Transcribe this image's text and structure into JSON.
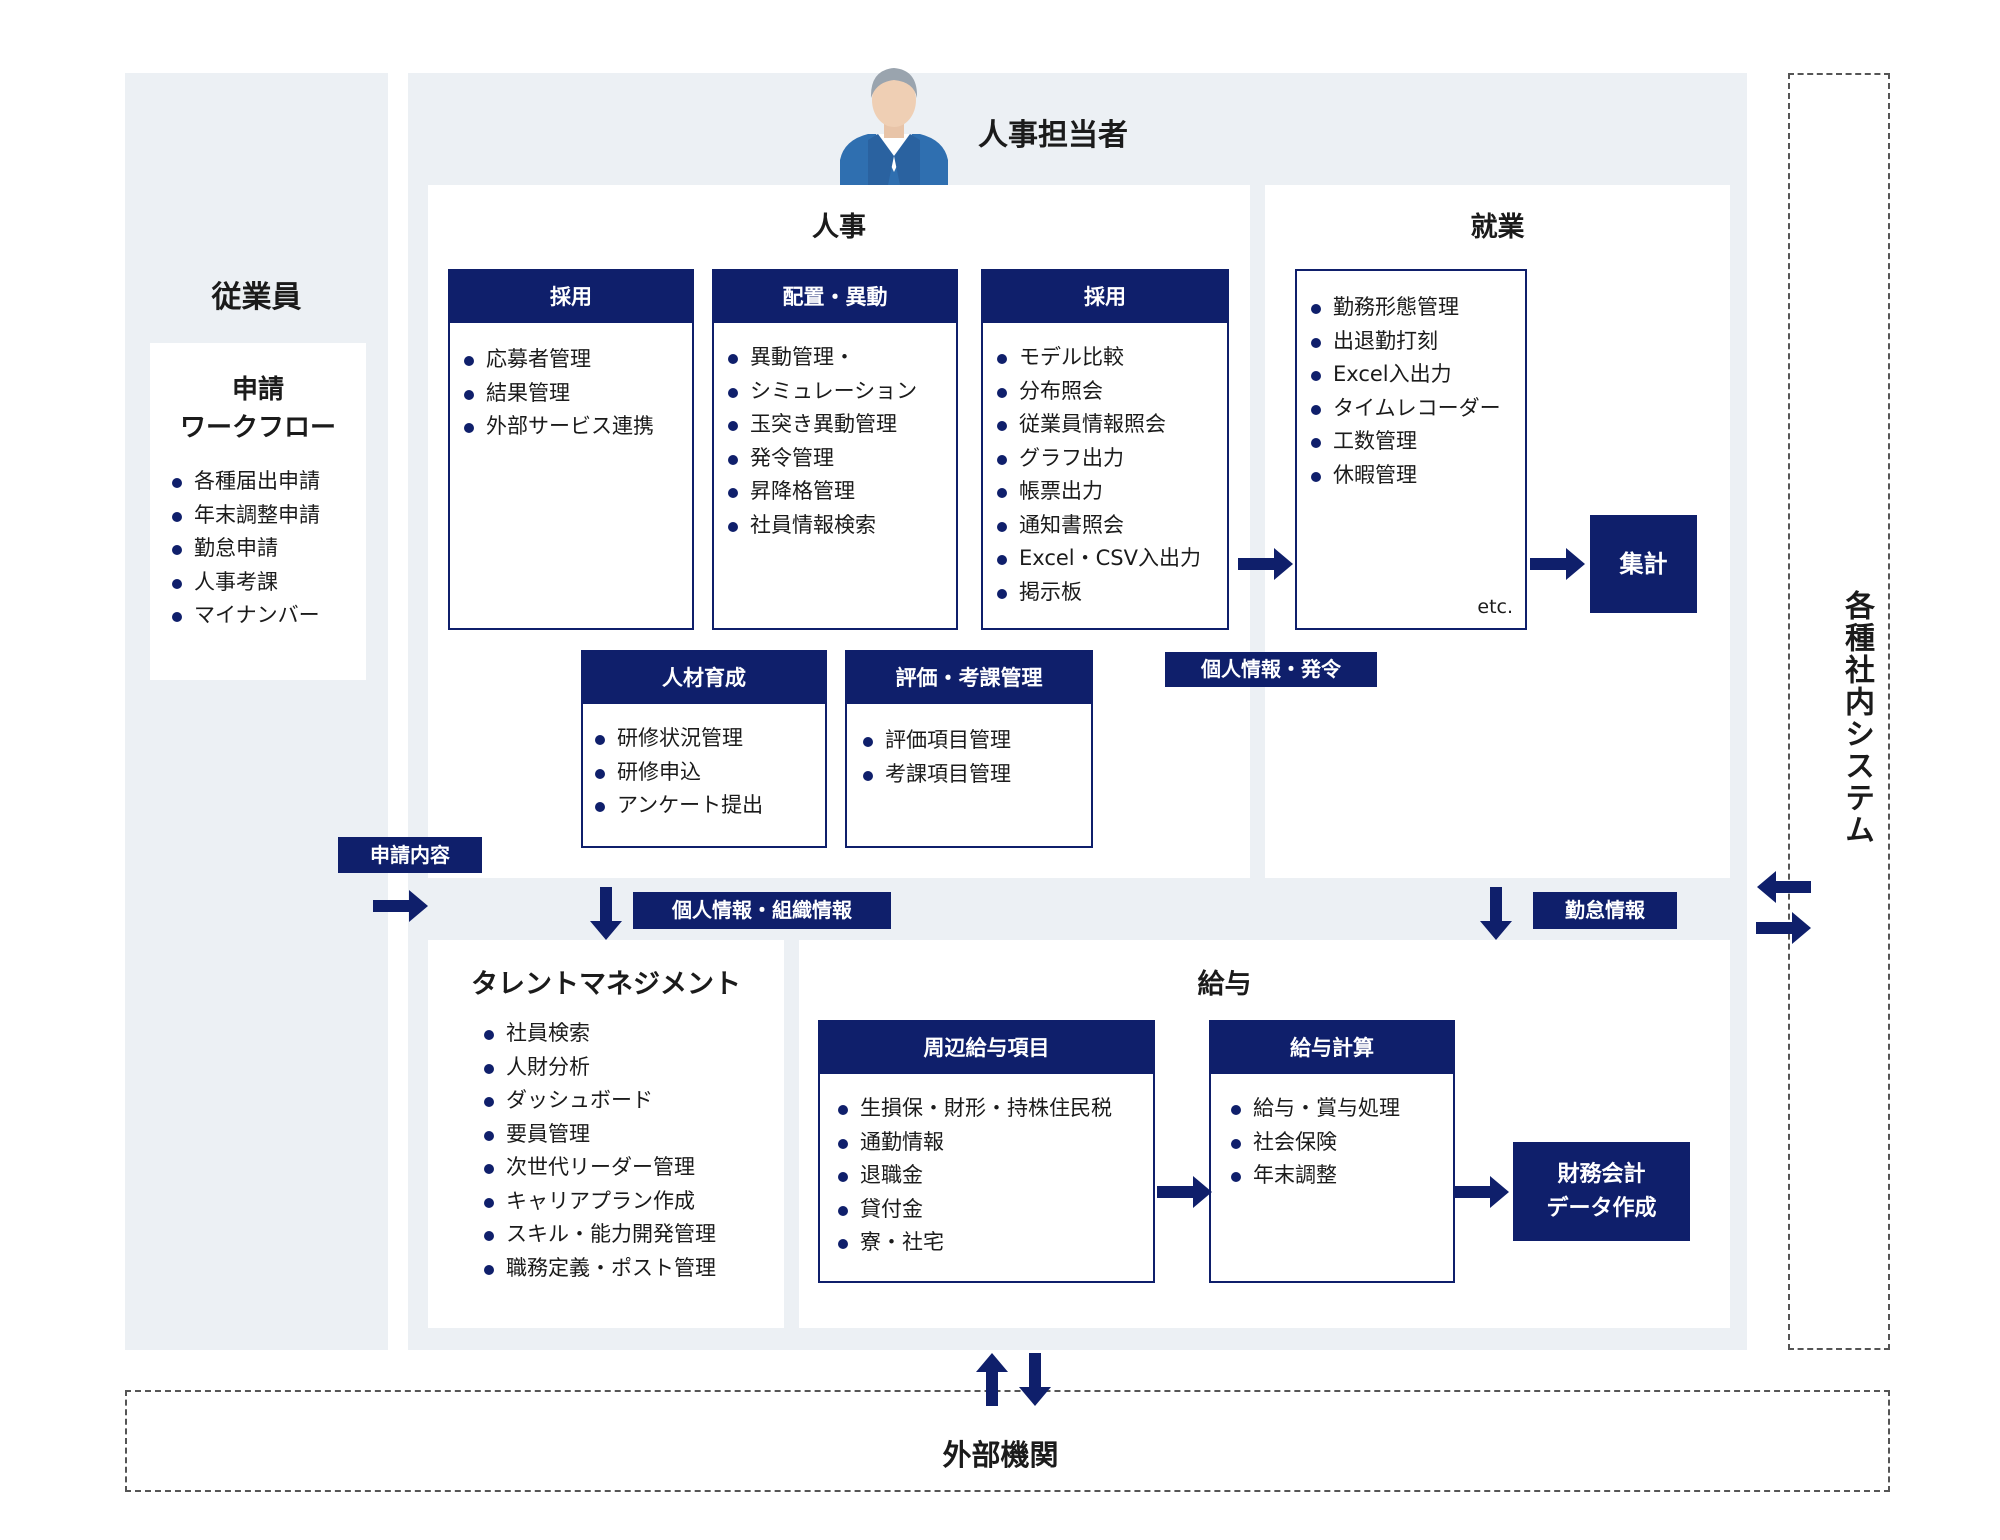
{
  "colors": {
    "navy": "#0f1f6b",
    "panel_gray": "#ecf0f4",
    "suit_blue": "#2f6fb0"
  },
  "employee": {
    "title": "従業員",
    "workflow_title_1": "申請",
    "workflow_title_2": "ワークフロー",
    "items": [
      "各種届出申請",
      "年末調整申請",
      "勤怠申請",
      "人事考課",
      "マイナンバー"
    ]
  },
  "hr_person": {
    "title": "人事担当者",
    "icon": "person-avatar-icon"
  },
  "jinji": {
    "title": "人事",
    "modules": [
      {
        "title": "採用",
        "items": [
          "応募者管理",
          "結果管理",
          "外部サービス連携"
        ]
      },
      {
        "title": "配置・異動",
        "items": [
          "異動管理・",
          "シミュレーション",
          "玉突き異動管理",
          "発令管理",
          "昇降格管理",
          "社員情報検索"
        ]
      },
      {
        "title": "採用",
        "items": [
          "モデル比較",
          "分布照会",
          "従業員情報照会",
          "グラフ出力",
          "帳票出力",
          "通知書照会",
          "Excel・CSV入出力",
          "掲示板"
        ]
      },
      {
        "title": "人材育成",
        "items": [
          "研修状況管理",
          "研修申込",
          "アンケート提出"
        ]
      },
      {
        "title": "評価・考課管理",
        "items": [
          "評価項目管理",
          "考課項目管理"
        ]
      }
    ]
  },
  "shugyo": {
    "title": "就業",
    "items": [
      "勤務形態管理",
      "出退勤打刻",
      "Excel入出力",
      "タイムレコーダー",
      "工数管理",
      "休暇管理"
    ],
    "etc": "etc.",
    "aggregate": "集計"
  },
  "labels": {
    "personal_order": "個人情報・発令",
    "application_content": "申請内容",
    "personal_org": "個人情報・組織情報",
    "attendance": "勤怠情報"
  },
  "talent": {
    "title": "タレントマネジメント",
    "items": [
      "社員検索",
      "人財分析",
      "ダッシュボード",
      "要員管理",
      "次世代リーダー管理",
      "キャリアプラン作成",
      "スキル・能力開発管理",
      "職務定義・ポスト管理"
    ]
  },
  "kyuyo": {
    "title": "給与",
    "peripheral": {
      "title": "周辺給与項目",
      "items": [
        "生損保・財形・持株住民税",
        "通勤情報",
        "退職金",
        "貸付金",
        "寮・社宅"
      ]
    },
    "calc": {
      "title": "給与計算",
      "items": [
        "給与・賞与処理",
        "社会保険",
        "年末調整"
      ]
    },
    "finance_1": "財務会計",
    "finance_2": "データ作成"
  },
  "internal_systems": "各種社内システム",
  "external": "外部機関"
}
